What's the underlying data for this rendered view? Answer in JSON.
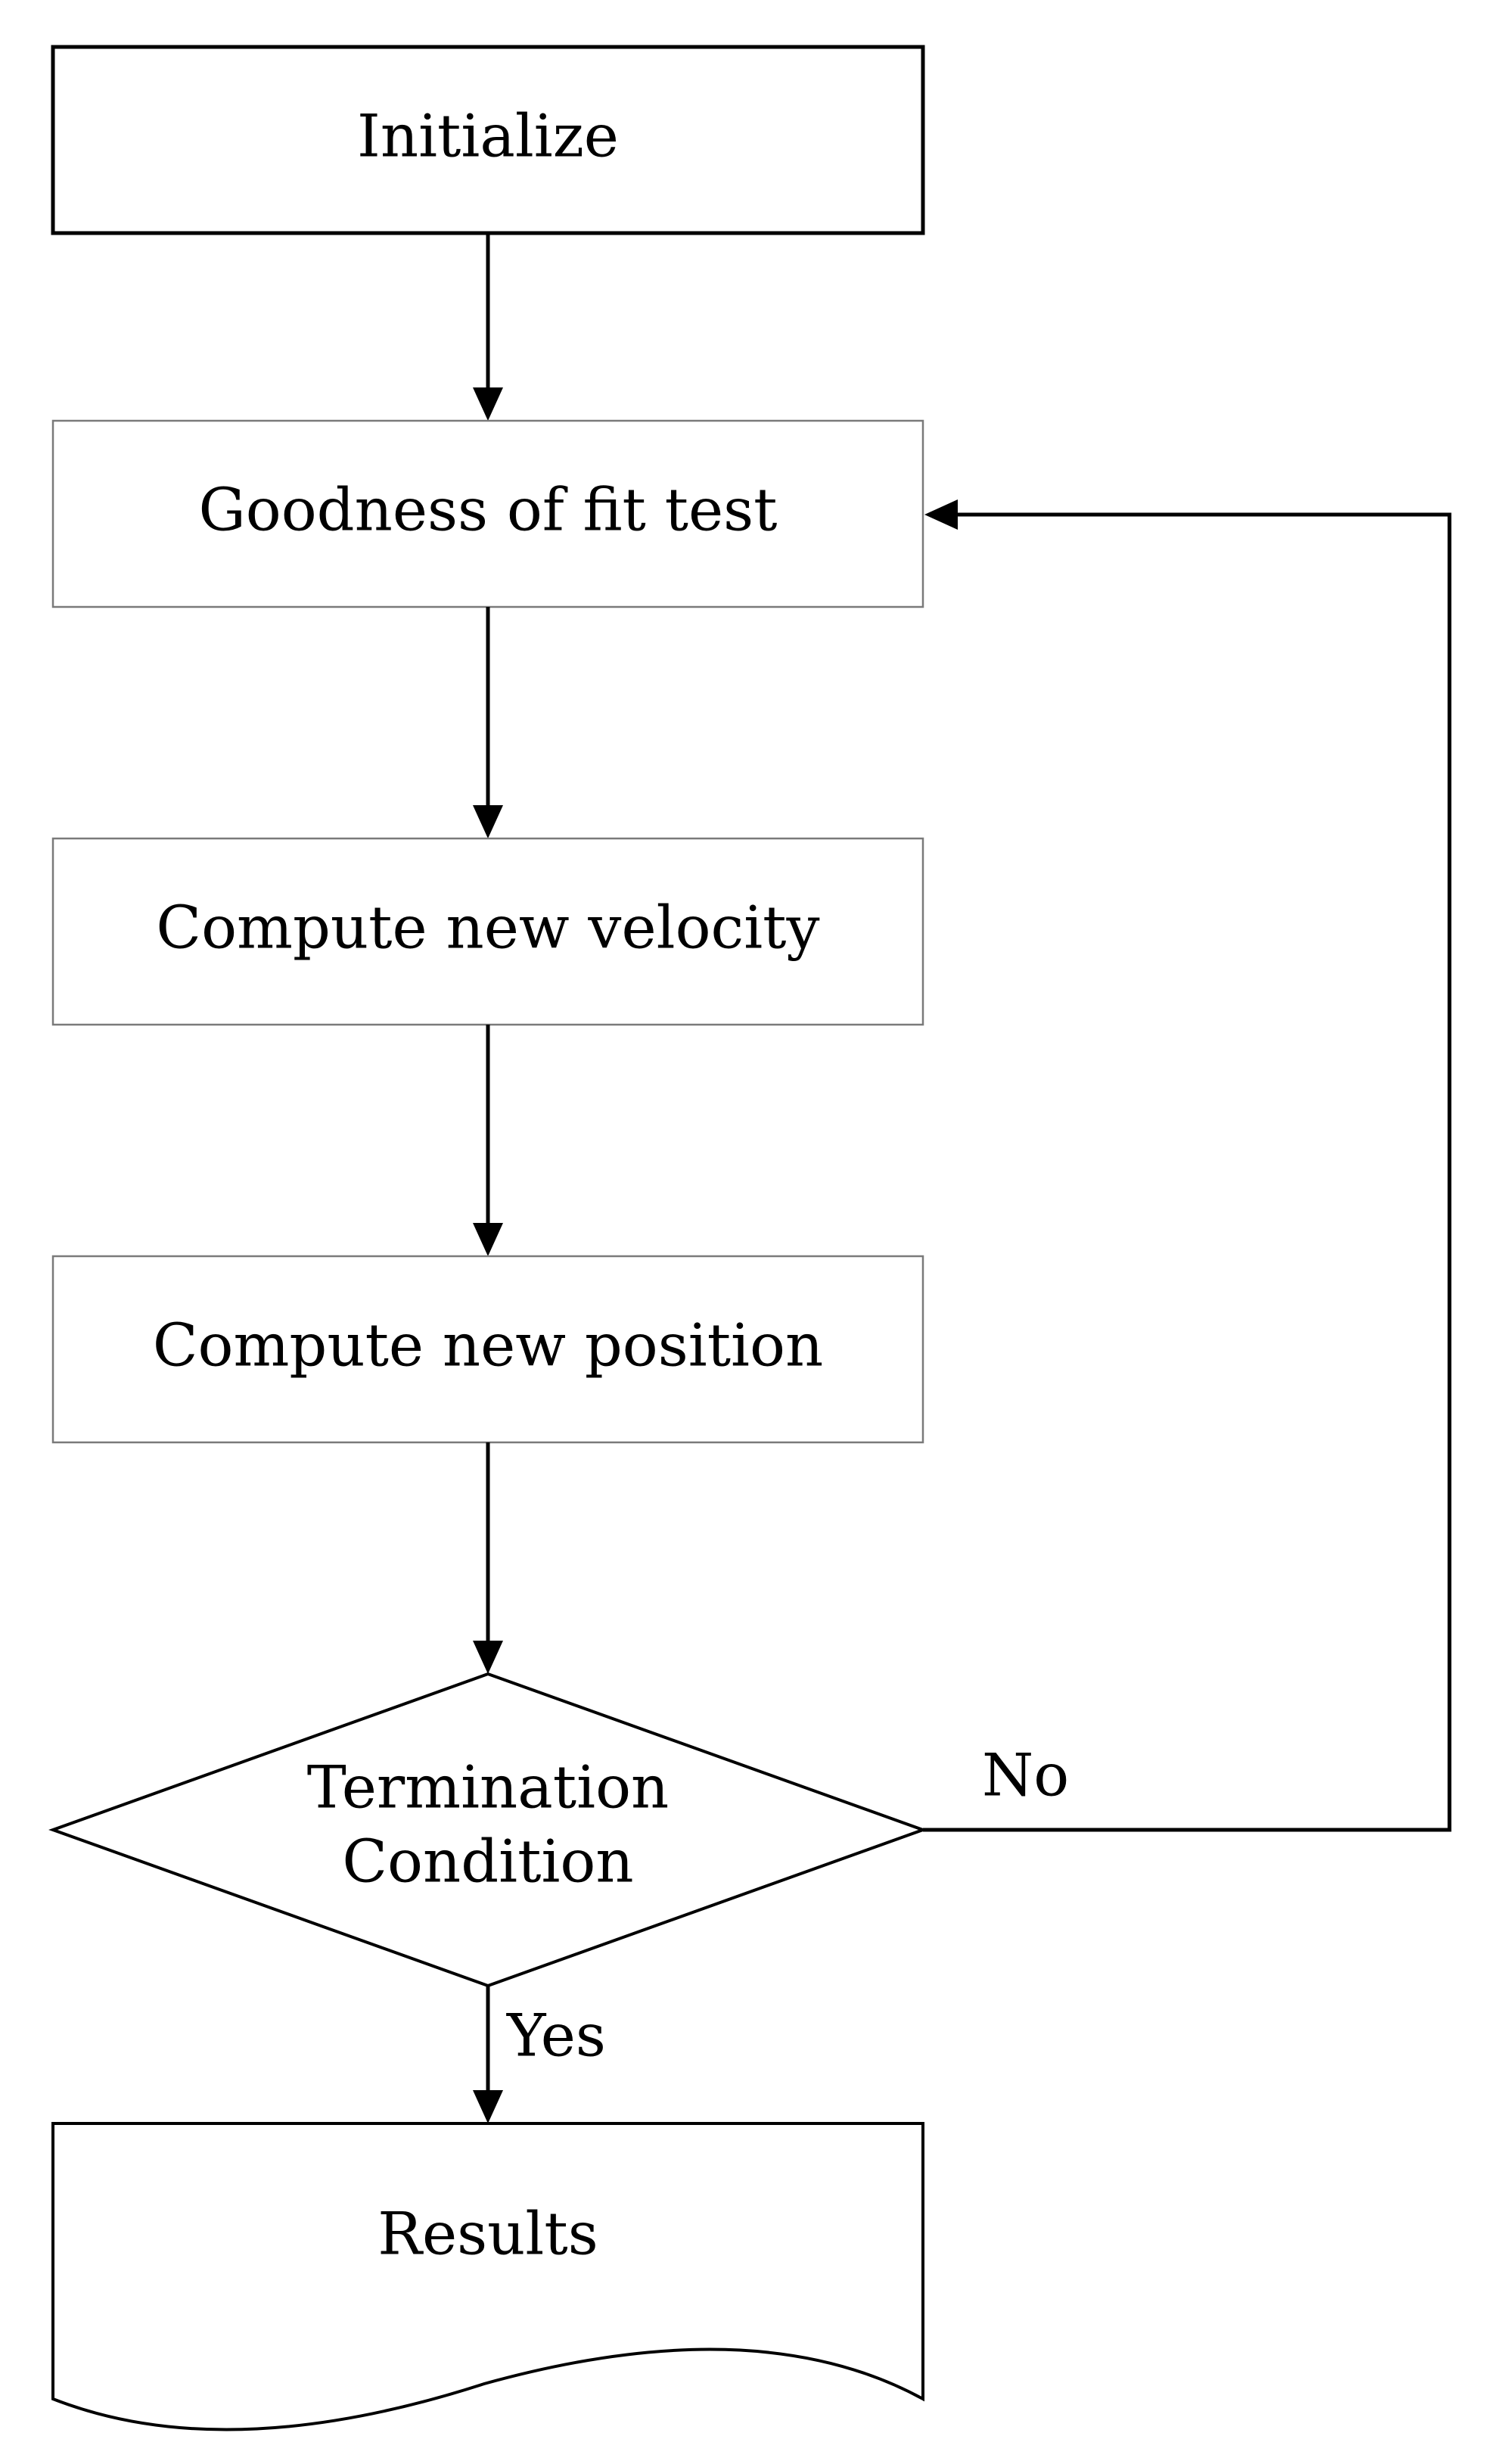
{
  "nodes": {
    "initialize": "Initialize",
    "goodness": "Goodness of fit test",
    "velocity": "Compute new velocity",
    "position": "Compute new position",
    "termination_line1": "Termination",
    "termination_line2": "Condition",
    "results": "Results"
  },
  "edges": {
    "no_label": "No",
    "yes_label": "Yes"
  }
}
